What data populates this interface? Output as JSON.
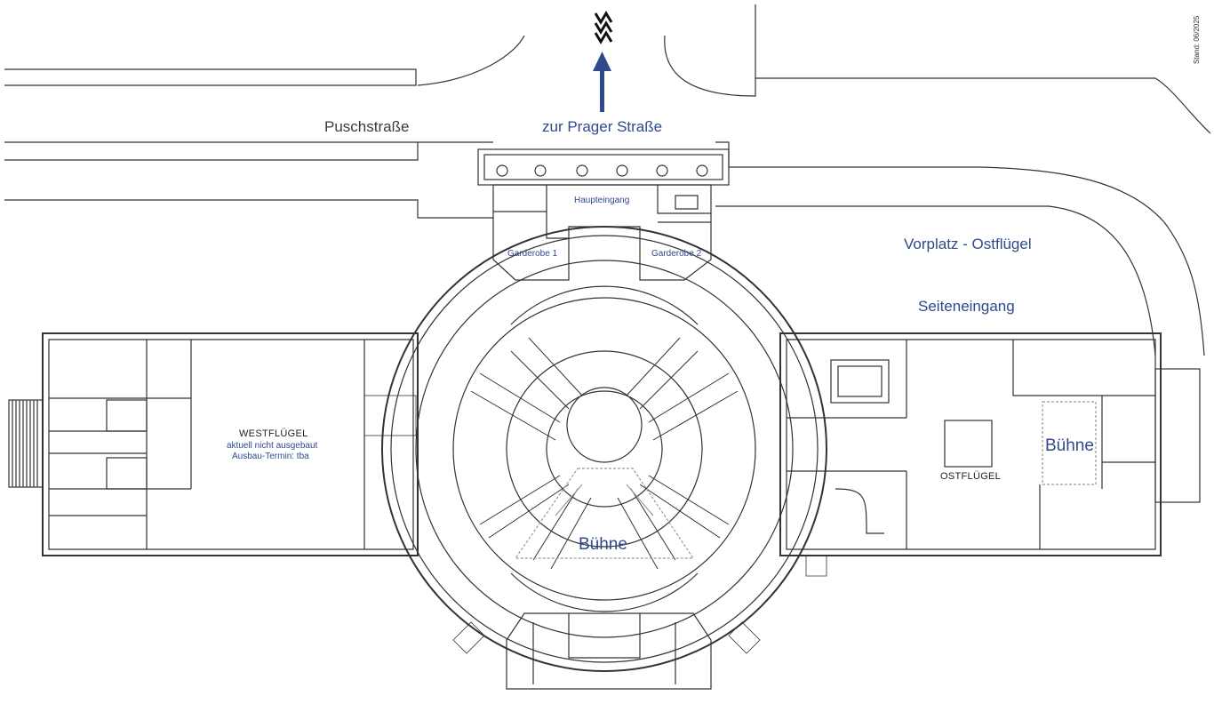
{
  "labels": {
    "street_pusch": "Puschstraße",
    "to_prager": "zur Prager Straße",
    "main_entrance": "Haupteingang",
    "cloakroom_1": "Garderobe 1",
    "cloakroom_2": "Garderobe 2",
    "forecourt_east": "Vorplatz - Ostflügel",
    "side_entrance": "Seiteneingang",
    "west_wing_title": "WESTFLÜGEL",
    "west_wing_note1": "aktuell nicht ausgebaut",
    "west_wing_note2": "Ausbau-Termin: tba",
    "east_wing_title": "OSTFLÜGEL",
    "stage_east": "Bühne",
    "stage_center": "Bühne",
    "date_stamp": "Stand: 06/2025"
  },
  "colors": {
    "wall": "#333333",
    "label_blue": "#2e4a8c",
    "arrow_blue": "#2e4a8c",
    "stage_outline": "#999999"
  },
  "icons": {
    "logo": "double-m-logo",
    "arrow": "north-arrow"
  }
}
